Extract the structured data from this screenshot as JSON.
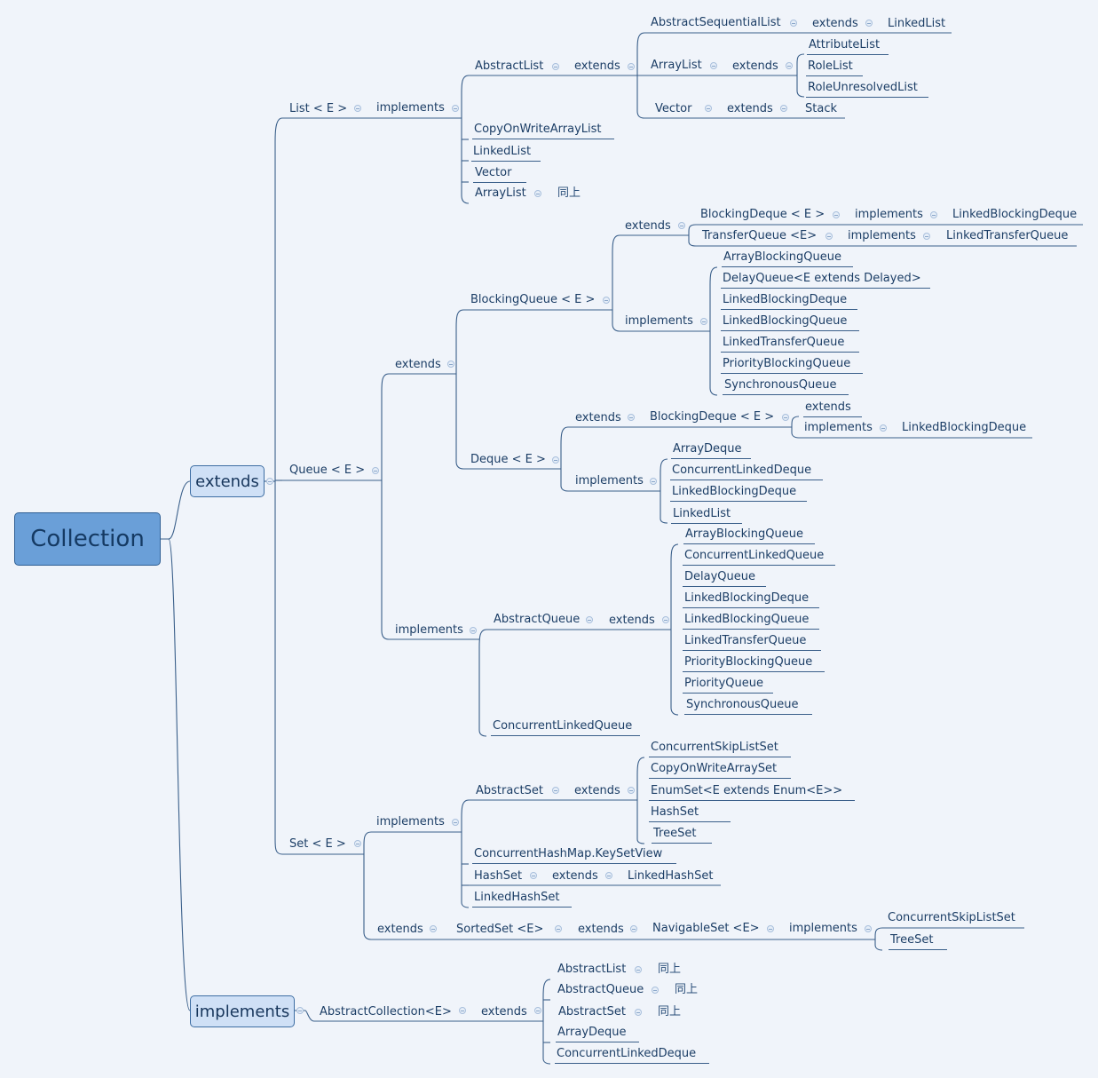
{
  "root": {
    "label": "Collection"
  },
  "branches": {
    "extends": "extends",
    "implements": "implements"
  },
  "list": {
    "label": "List < E >",
    "implements": "implements",
    "abstract_list": "AbstractList",
    "extends": "extends",
    "abstract_sequential_list": "AbstractSequentialList",
    "asl_extends": "extends",
    "linked_list": "LinkedList",
    "array_list": "ArrayList",
    "al_extends": "extends",
    "array_list_children": [
      "AttributeList",
      "RoleList",
      "RoleUnresolvedList"
    ],
    "vector": "Vector",
    "vector_extends": "extends",
    "stack": "Stack",
    "others": [
      "CopyOnWriteArrayList",
      "LinkedList",
      "Vector"
    ],
    "array_list2": "ArrayList",
    "same_as_above": "同上"
  },
  "queue": {
    "label": "Queue < E >",
    "extends": "extends",
    "blocking_queue": "BlockingQueue < E >",
    "bq_extends": "extends",
    "blocking_deque": "BlockingDeque < E >",
    "bd_implements": "implements",
    "bd_impl": "LinkedBlockingDeque",
    "transfer_queue": "TransferQueue <E>",
    "tq_implements": "implements",
    "tq_impl": "LinkedTransferQueue",
    "bq_implements": "implements",
    "bq_impls": [
      "ArrayBlockingQueue",
      "DelayQueue<E extends Delayed>",
      "LinkedBlockingDeque",
      "LinkedBlockingQueue",
      "LinkedTransferQueue",
      "PriorityBlockingQueue",
      "SynchronousQueue"
    ],
    "deque": "Deque < E >",
    "dq_extends": "extends",
    "dq_blocking_deque": "BlockingDeque < E >",
    "dq_bd_extends": "extends",
    "dq_bd_implements": "implements",
    "dq_bd_impl": "LinkedBlockingDeque",
    "dq_implements": "implements",
    "dq_impls": [
      "ArrayDeque",
      "ConcurrentLinkedDeque",
      "LinkedBlockingDeque",
      "LinkedList"
    ],
    "implements": "implements",
    "abstract_queue": "AbstractQueue",
    "aq_extends": "extends",
    "aq_children": [
      "ArrayBlockingQueue",
      "ConcurrentLinkedQueue",
      "DelayQueue",
      "LinkedBlockingDeque",
      "LinkedBlockingQueue",
      "LinkedTransferQueue",
      "PriorityBlockingQueue",
      "PriorityQueue",
      "SynchronousQueue"
    ],
    "concurrent_linked_queue": "ConcurrentLinkedQueue"
  },
  "set": {
    "label": "Set < E >",
    "implements": "implements",
    "abstract_set": "AbstractSet",
    "as_extends": "extends",
    "as_children": [
      "ConcurrentSkipListSet",
      "CopyOnWriteArraySet",
      "EnumSet<E extends Enum<E>>",
      "HashSet",
      "TreeSet"
    ],
    "keyset_view": "ConcurrentHashMap.KeySetView",
    "hash_set": "HashSet",
    "hs_extends": "extends",
    "linked_hash_set": "LinkedHashSet",
    "linked_hash_set2": "LinkedHashSet",
    "extends": "extends",
    "sorted_set": "SortedSet <E>",
    "ss_extends": "extends",
    "navigable_set": "NavigableSet <E>",
    "ns_implements": "implements",
    "ns_impls": [
      "ConcurrentSkipListSet",
      "TreeSet"
    ]
  },
  "impl": {
    "abstract_collection": "AbstractCollection<E>",
    "ac_extends": "extends",
    "abstract_list": "AbstractList",
    "abstract_queue": "AbstractQueue",
    "abstract_set": "AbstractSet",
    "same_as_above": "同上",
    "array_deque": "ArrayDeque",
    "concurrent_linked_deque": "ConcurrentLinkedDeque"
  }
}
